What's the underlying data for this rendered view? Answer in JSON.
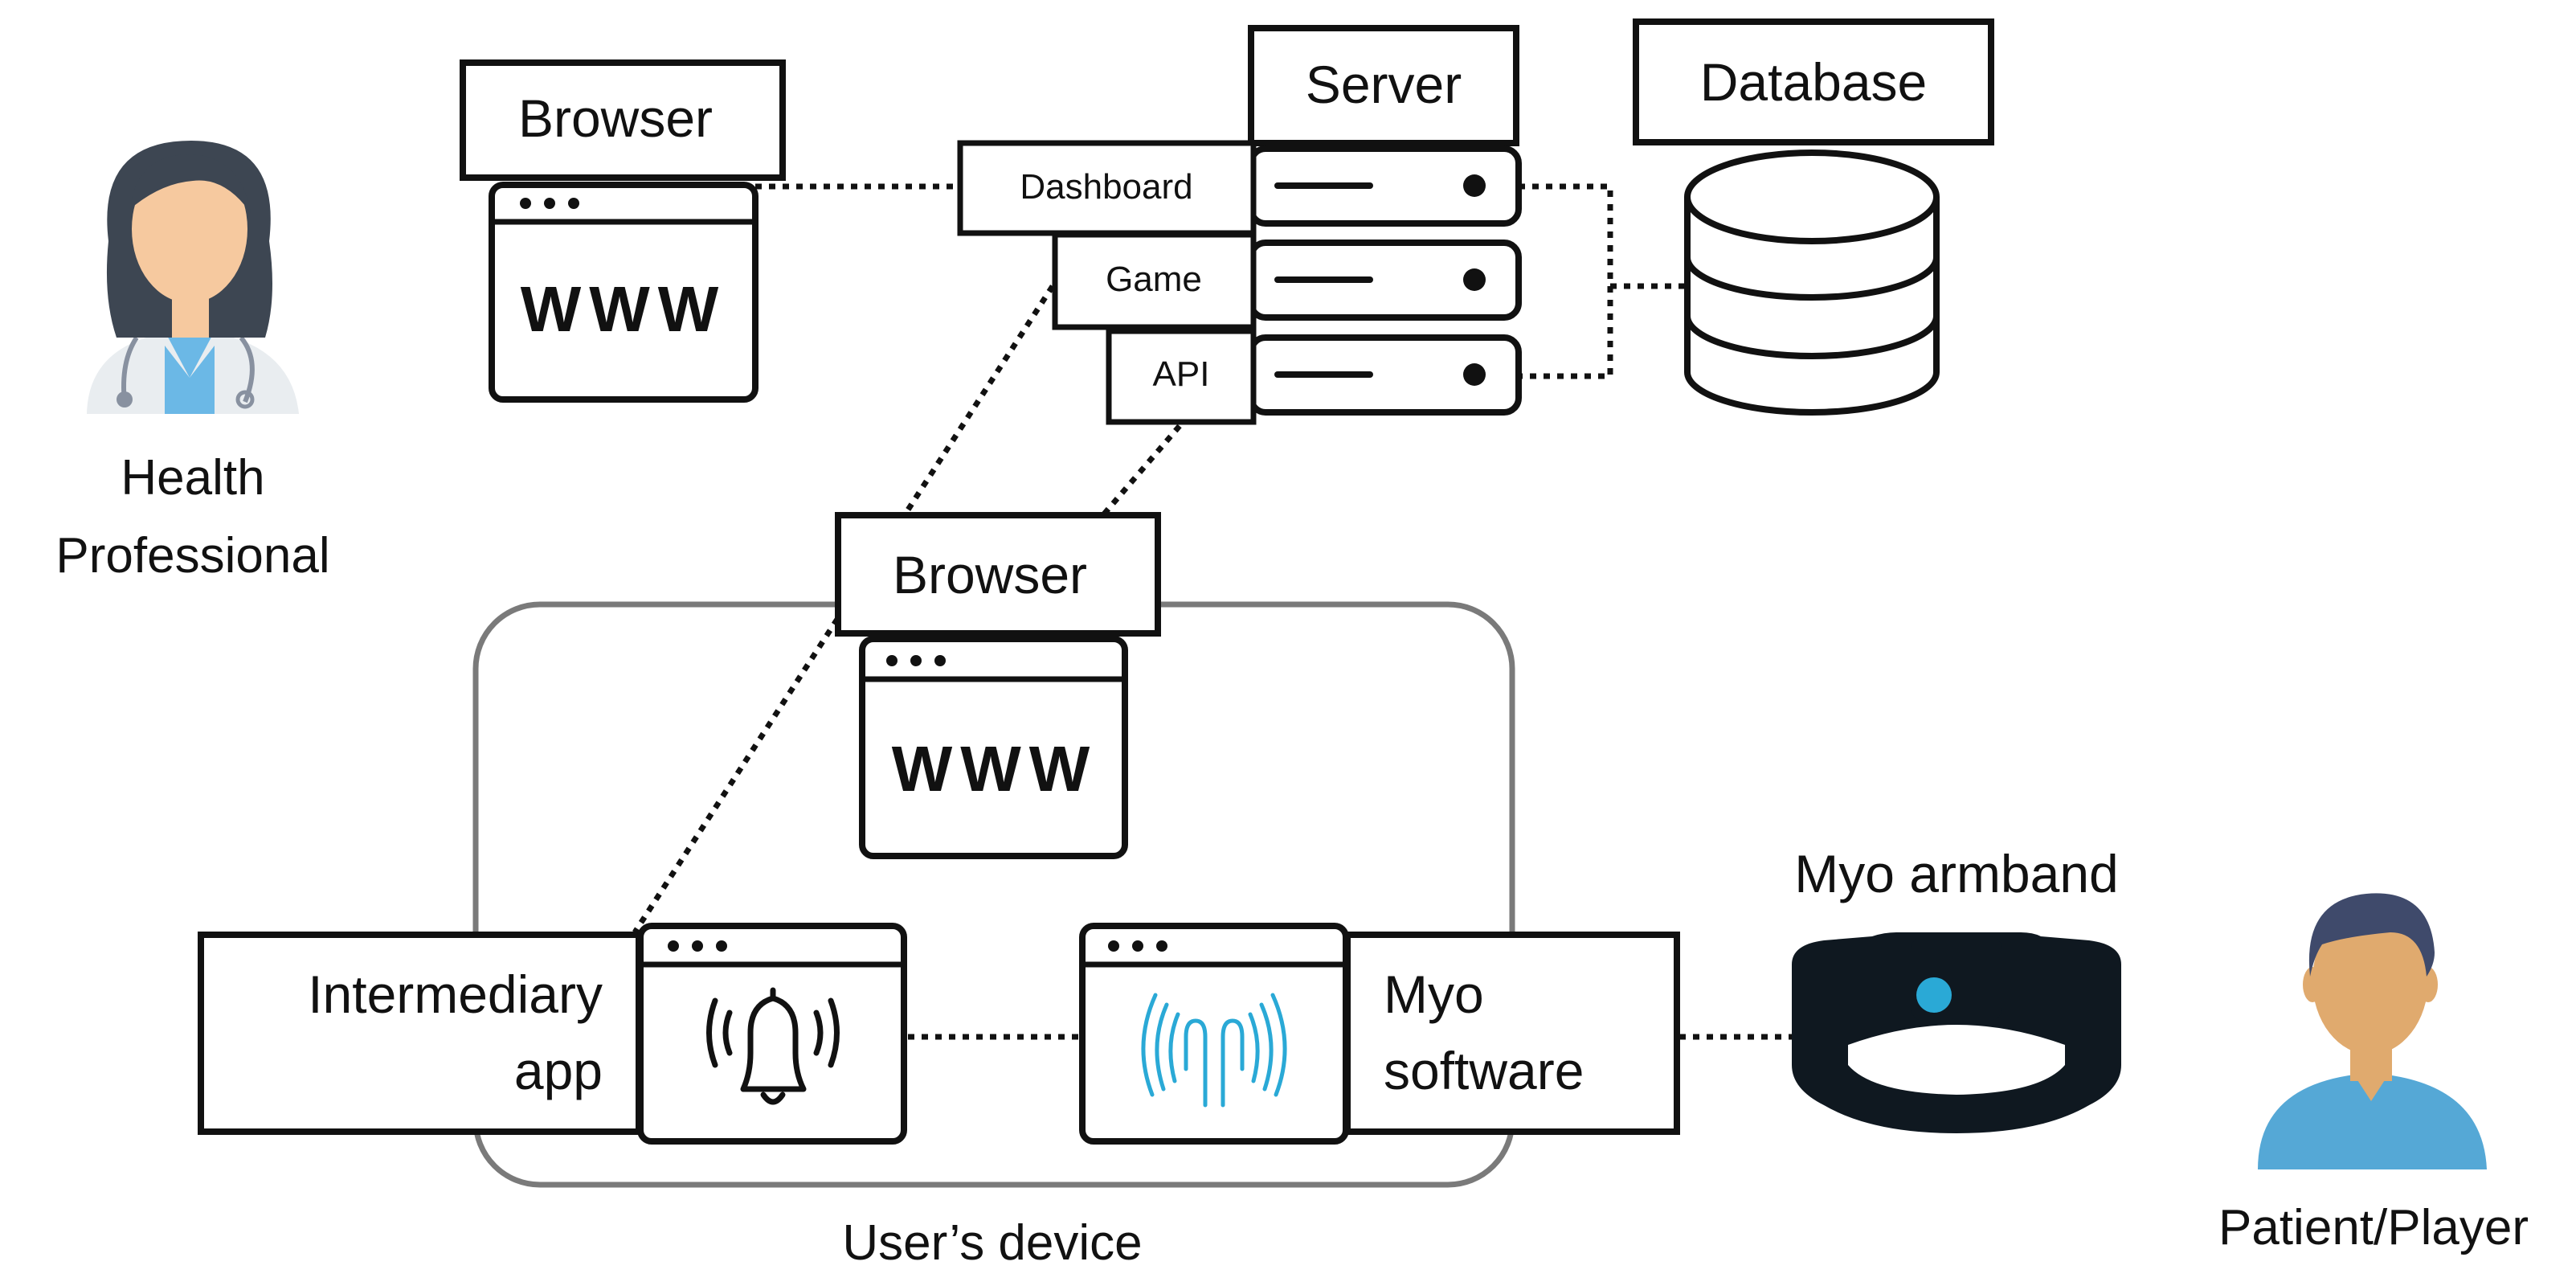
{
  "actors": {
    "health_professional": [
      "Health",
      "Professional"
    ],
    "patient": "Patient/Player"
  },
  "top_browser": {
    "label": "Browser",
    "www": "WWW"
  },
  "server": {
    "label": "Server",
    "services": [
      "Dashboard",
      "Game",
      "API"
    ]
  },
  "database": {
    "label": "Database"
  },
  "user_device": {
    "label": "User’s device",
    "browser_label": "Browser",
    "www": "WWW",
    "intermediary_app": [
      "Intermediary",
      "app"
    ],
    "myo_software": [
      "Myo",
      "software"
    ]
  },
  "myo_armband": {
    "label": "Myo armband"
  },
  "colors": {
    "stroke": "#111111",
    "device_border": "#7a7a7a",
    "doctor_hair": "#3d4652",
    "skin": "#f6c99f",
    "patient_skin": "#e0aa6e",
    "patient_hair": "#3f4a6b",
    "patient_shirt": "#55a8d6",
    "doctor_shirt": "#6bb8e6",
    "myo_accent": "#2aa9d6",
    "armband": "#0f1820"
  }
}
